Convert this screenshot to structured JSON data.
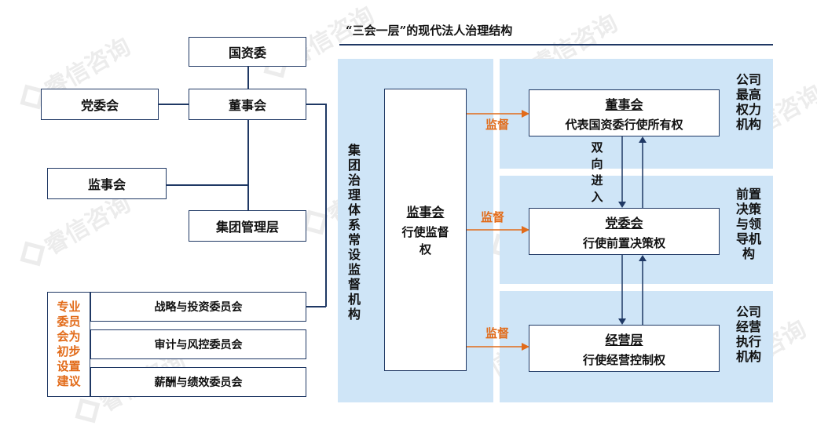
{
  "title": "“三会一层”的现代法人治理结构",
  "left_chart": {
    "guoziwei": "国资委",
    "dangweihui": "党委会",
    "dongshihui": "董事会",
    "jianshihui": "监事会",
    "jituan_guanliceng": "集团管理层",
    "committee_note": "专业委员会为初步设置建议",
    "committees": [
      "战略与投资委员会",
      "审计与风控委员会",
      "薪酬与绩效委员会"
    ]
  },
  "right_chart": {
    "supervisory_column_label": "集团治理体系常设监督机构",
    "supervisory_box": {
      "title": "监事会",
      "desc": "行使监督权"
    },
    "board": {
      "title": "董事会",
      "desc": "代表国资委行使所有权"
    },
    "party": {
      "title": "党委会",
      "desc": "行使前置决策权"
    },
    "management": {
      "title": "经营层",
      "desc": "行使经营控制权"
    },
    "supervise_label": "监督",
    "two_way_label": "双向进入",
    "side_labels": [
      "公司最高权力机构",
      "前置决策与领导机构",
      "公司经营执行机构"
    ]
  },
  "watermark": "睿信咨询",
  "colors": {
    "panel": "#cfe5f7",
    "border": "#1f3864",
    "accent": "#e26b19"
  }
}
